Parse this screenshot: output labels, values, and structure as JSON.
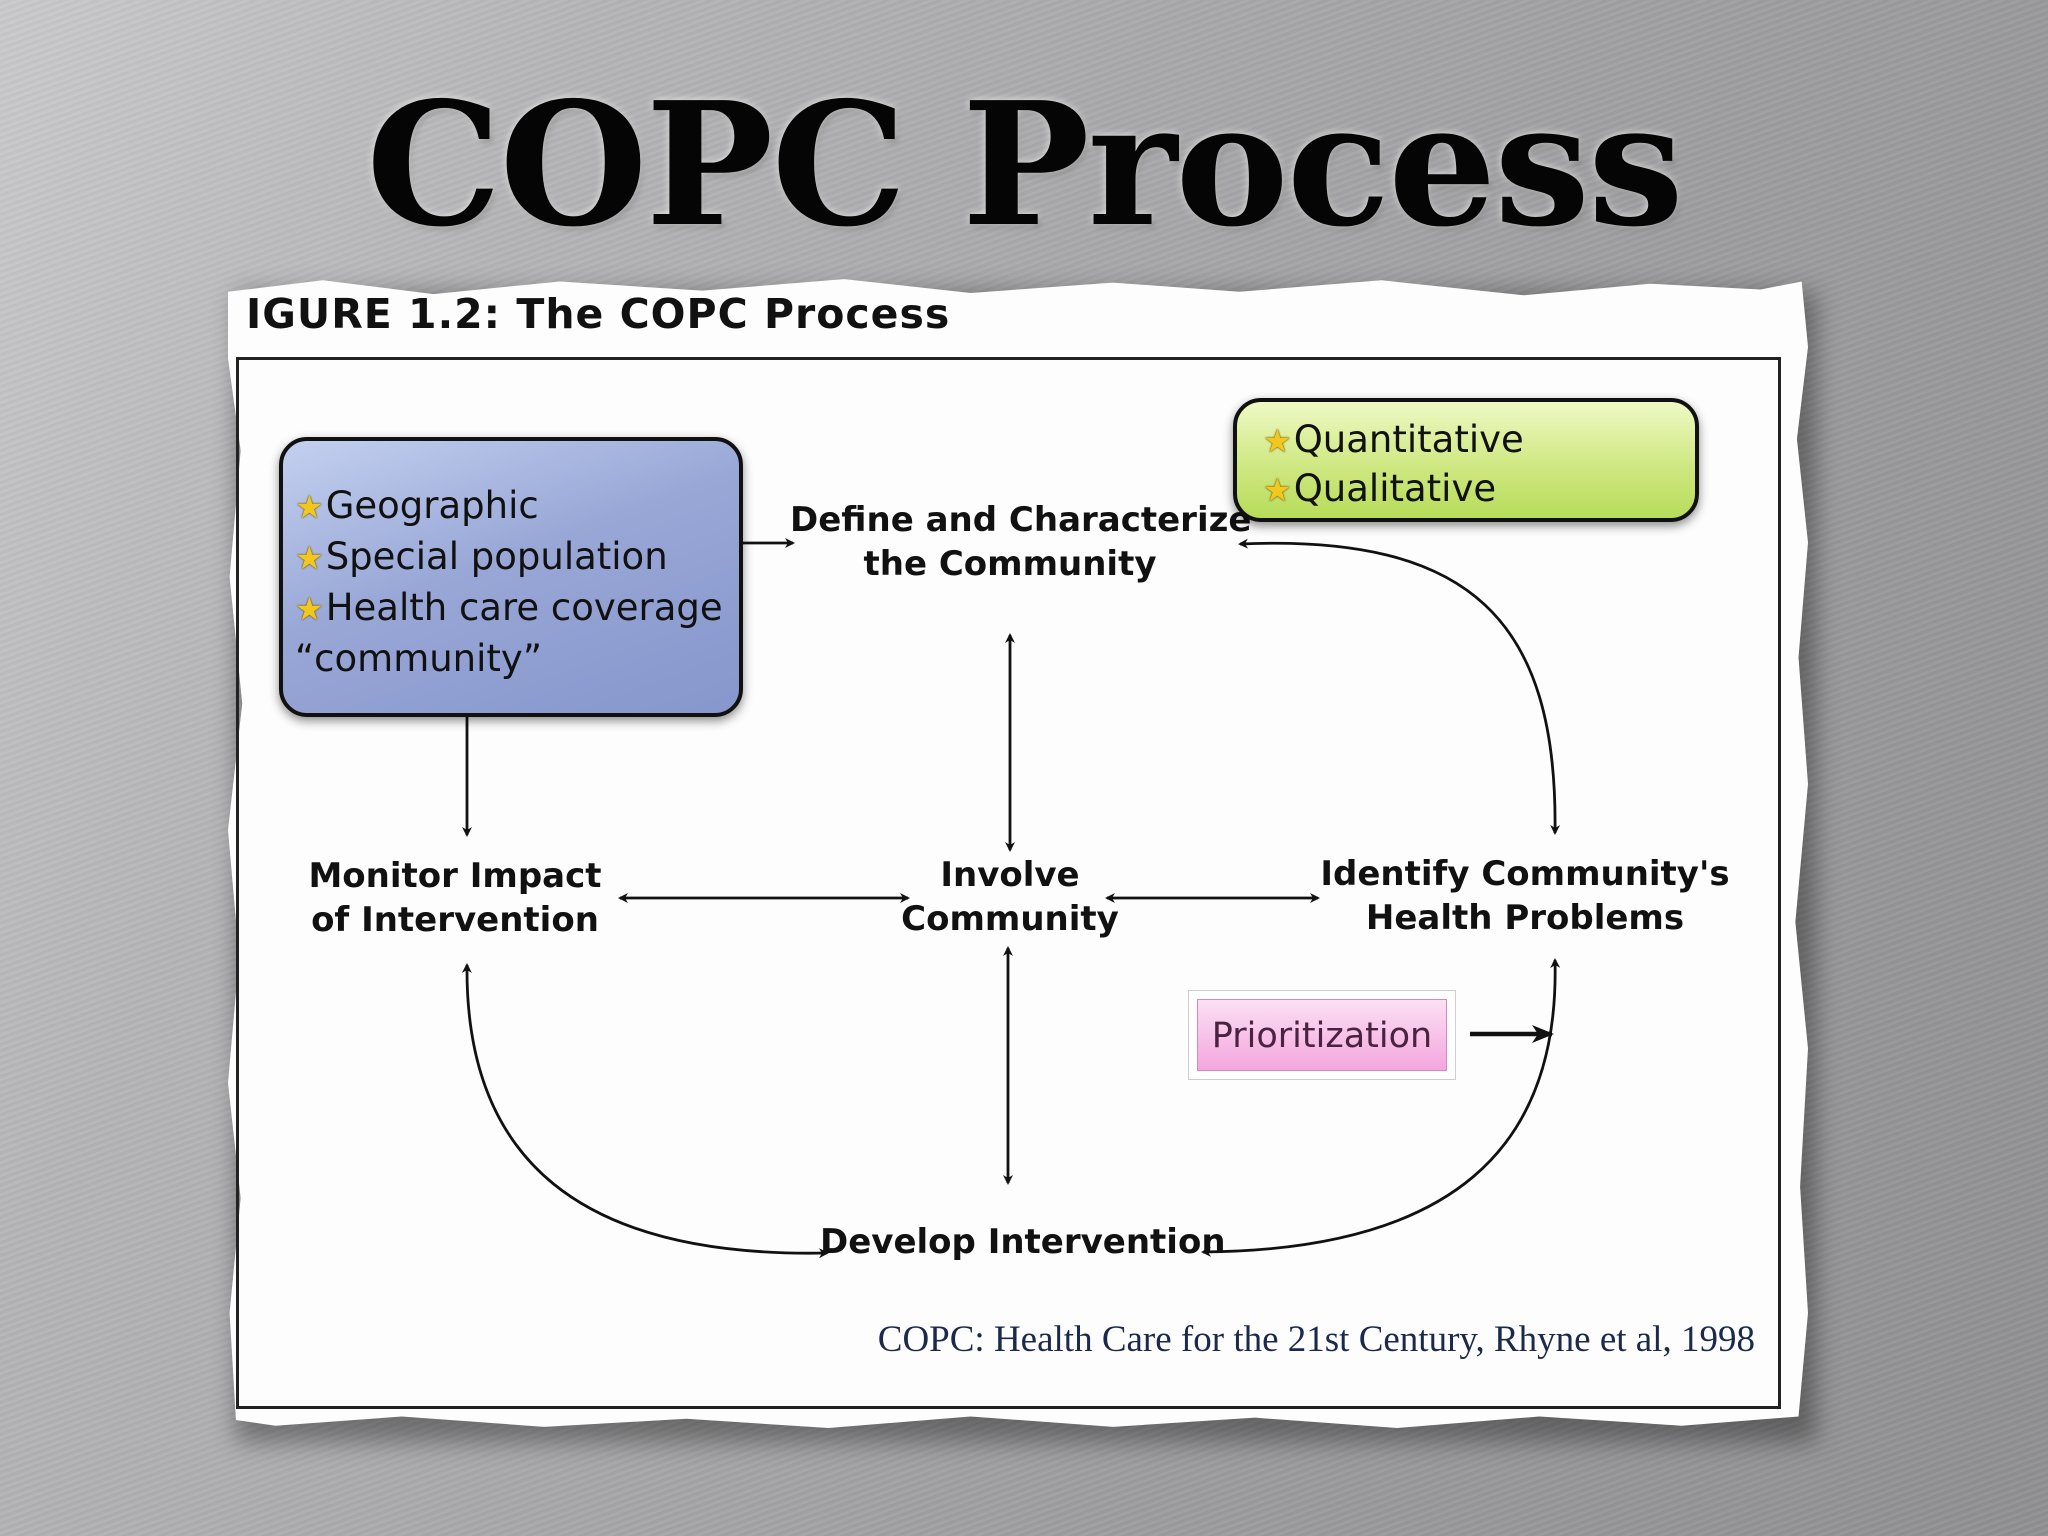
{
  "slide": {
    "title": "COPC Process"
  },
  "figure": {
    "caption": "IGURE 1.2: The COPC Process",
    "citation": "COPC: Health Care for the 21st Century, Rhyne et al, 1998"
  },
  "nodes": {
    "define": [
      "Define and Characterize",
      "the Community"
    ],
    "monitor": [
      "Monitor Impact",
      "of Intervention"
    ],
    "involve": [
      "Involve",
      "Community"
    ],
    "identify": [
      "Identify Community's",
      "Health Problems"
    ],
    "develop": [
      "Develop Intervention"
    ]
  },
  "callouts": {
    "community": {
      "items": [
        "Geographic",
        "Special population",
        "Health care coverage"
      ],
      "footer": "“community”"
    },
    "data": {
      "items": [
        "Quantitative",
        "Qualitative"
      ]
    },
    "prioritization": "Prioritization"
  },
  "colors": {
    "community_callout": "#98a7d6",
    "data_callout": "#cfe882",
    "prioritization": "#f4a6de",
    "citation": "#1b2a4a"
  },
  "icons": {
    "bullet": "star-icon"
  }
}
